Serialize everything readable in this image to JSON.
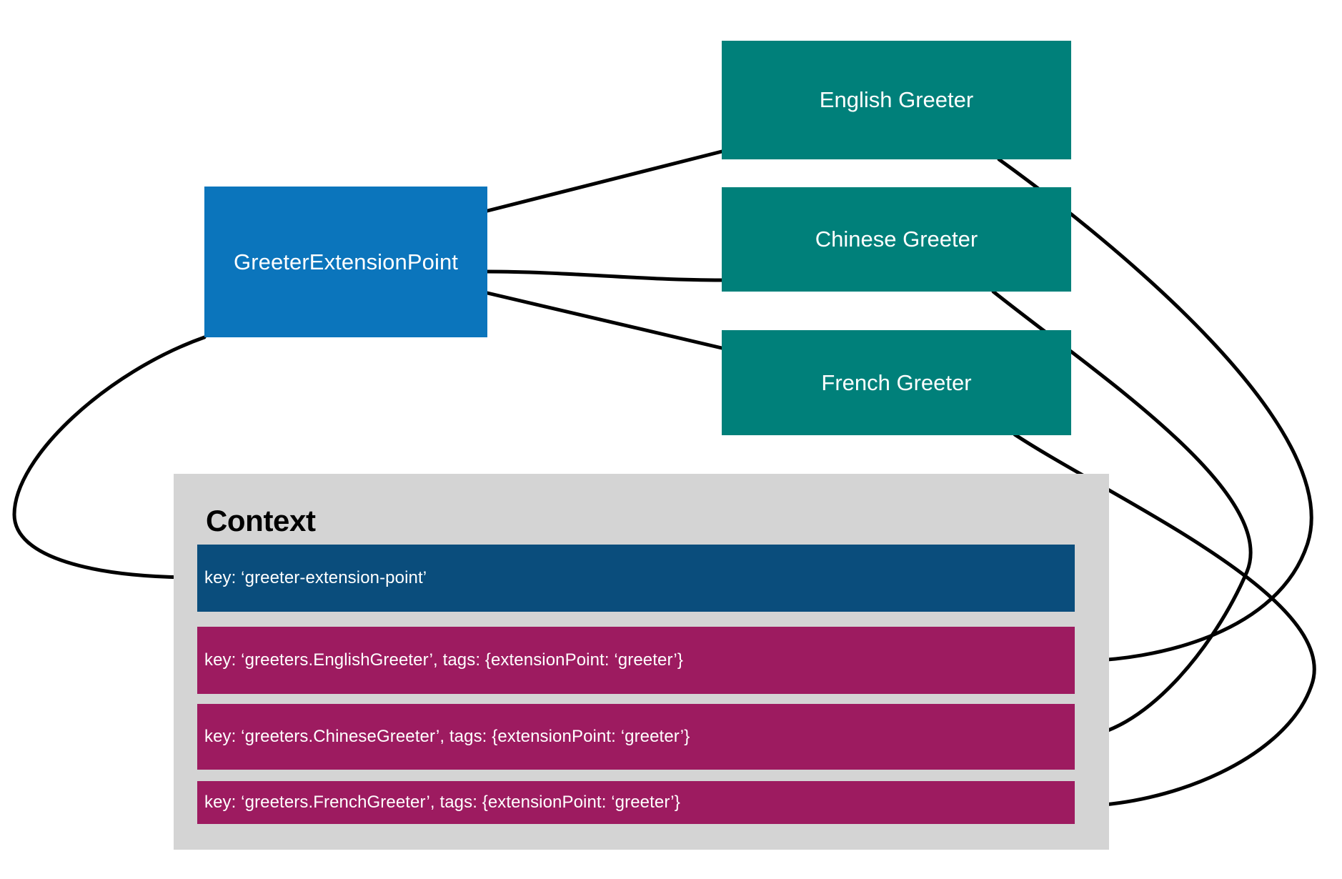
{
  "diagram": {
    "title_node": {
      "label": "GreeterExtensionPoint",
      "color": "#0B75BC"
    },
    "greeters": [
      {
        "label": "English Greeter",
        "color": "#00807A"
      },
      {
        "label": "Chinese Greeter",
        "color": "#00807A"
      },
      {
        "label": "French Greeter",
        "color": "#00807A"
      }
    ],
    "context": {
      "heading": "Context",
      "panel_color": "#D4D4D4",
      "entries": [
        {
          "text": "key: ‘greeter-extension-point’",
          "color": "#0A4D7C",
          "kind": "extension-point-entry"
        },
        {
          "text": "key: ‘greeters.EnglishGreeter’, tags: {extensionPoint: ‘greeter’}",
          "color": "#9D1B60",
          "kind": "greeter-entry"
        },
        {
          "text": "key: ‘greeters.ChineseGreeter’, tags: {extensionPoint: ‘greeter’}",
          "color": "#9D1B60",
          "kind": "greeter-entry"
        },
        {
          "text": "key: ‘greeters.FrenchGreeter’, tags: {extensionPoint: ‘greeter’}",
          "color": "#9D1B60",
          "kind": "greeter-entry"
        }
      ]
    },
    "edge_color": "#000000"
  }
}
